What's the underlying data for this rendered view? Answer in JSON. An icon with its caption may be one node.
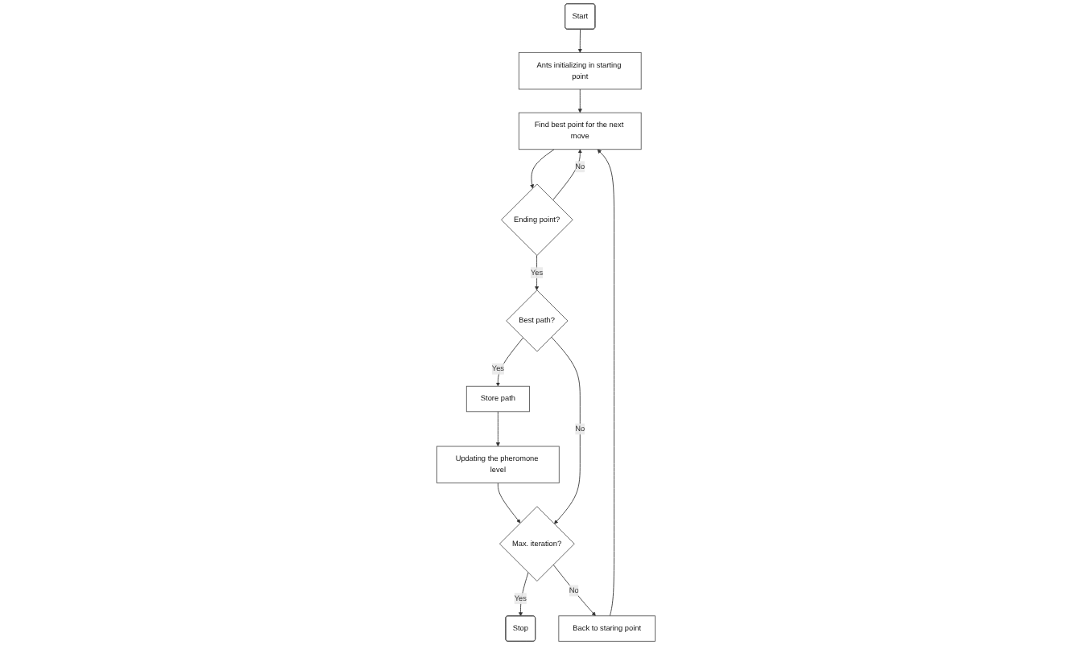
{
  "diagram": {
    "nodes": [
      {
        "text": [
          "Start"
        ]
      },
      {
        "text": [
          "Ants initializing in starting point"
        ]
      },
      {
        "text": [
          "Find best point for the next move"
        ]
      },
      {
        "text": [
          "Ending point?"
        ]
      },
      {
        "text": [
          "Best path?"
        ]
      },
      {
        "text": [
          "Store path"
        ]
      },
      {
        "text": [
          "Updating the pheromone level"
        ]
      },
      {
        "text": [
          "Max. iteration?"
        ]
      },
      {
        "text": [
          "Stop"
        ]
      },
      {
        "text": [
          "Back to staring point"
        ]
      }
    ],
    "edges": [
      {
        "from": 0,
        "to": 1,
        "arrow": "to"
      },
      {
        "from": 1,
        "to": 2,
        "arrow": "to"
      },
      {
        "from": 2,
        "to": 3,
        "arrow": "to"
      },
      {
        "from": 3,
        "to": 2,
        "arrow": "to",
        "label": "No"
      },
      {
        "from": 3,
        "to": 4,
        "arrow": "to",
        "label": "Yes"
      },
      {
        "from": 4,
        "to": 5,
        "arrow": "to",
        "label": "Yes"
      },
      {
        "from": 5,
        "to": 6,
        "arrow": "to"
      },
      {
        "from": 6,
        "to": 7,
        "arrow": "to"
      },
      {
        "from": 4,
        "to": 7,
        "arrow": "to",
        "label": "No"
      },
      {
        "from": 7,
        "to": 8,
        "arrow": "to",
        "label": "Yes"
      },
      {
        "from": 7,
        "to": 9,
        "arrow": "to",
        "label": "No"
      },
      {
        "from": 9,
        "to": 2,
        "arrow": "to"
      }
    ]
  }
}
